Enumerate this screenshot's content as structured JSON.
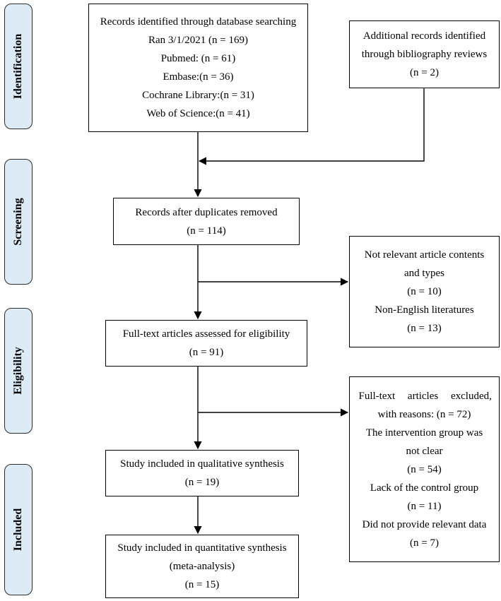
{
  "phases": {
    "identification": "Identification",
    "screening": "Screening",
    "eligibility": "Eligibility",
    "included": "Included"
  },
  "boxes": {
    "database_search": [
      "Records identified through database searching",
      "Ran 3/1/2021 (n = 169)",
      "Pubmed: (n = 61)",
      "Embase:(n = 36)",
      "Cochrane Library:(n = 31)",
      "Web of Science:(n = 41)"
    ],
    "additional": [
      "Additional records identified",
      "through bibliography reviews",
      "(n = 2)"
    ],
    "duplicates_removed": [
      "Records after duplicates removed",
      "(n = 114)"
    ],
    "not_relevant": [
      "Not relevant article contents",
      "and types",
      "(n = 10)",
      "Non-English literatures",
      "(n = 13)"
    ],
    "full_text_assessed": [
      "Full-text articles assessed for eligibility",
      "(n = 91)"
    ],
    "full_text_excluded": [
      "Full-text articles excluded,",
      "with reasons: (n = 72)",
      "The intervention group was",
      "not clear",
      "(n = 54)",
      "Lack of the control group",
      "(n = 11)",
      "Did not provide relevant data",
      "(n = 7)"
    ],
    "qualitative": [
      "Study included in qualitative synthesis",
      "(n = 19)"
    ],
    "quantitative": [
      "Study included in quantitative synthesis",
      "(meta-analysis)",
      "(n = 15)"
    ]
  }
}
